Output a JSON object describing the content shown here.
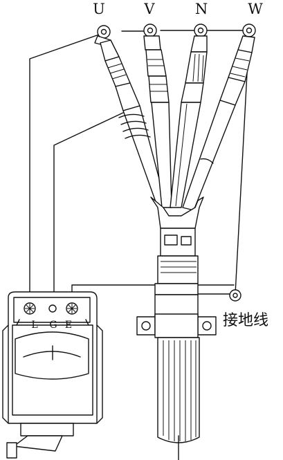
{
  "phases": {
    "u": "U",
    "v": "V",
    "n": "N",
    "w": "W"
  },
  "terminals": {
    "l": "L",
    "g": "G",
    "e": "E"
  },
  "ground_label": "接地线"
}
